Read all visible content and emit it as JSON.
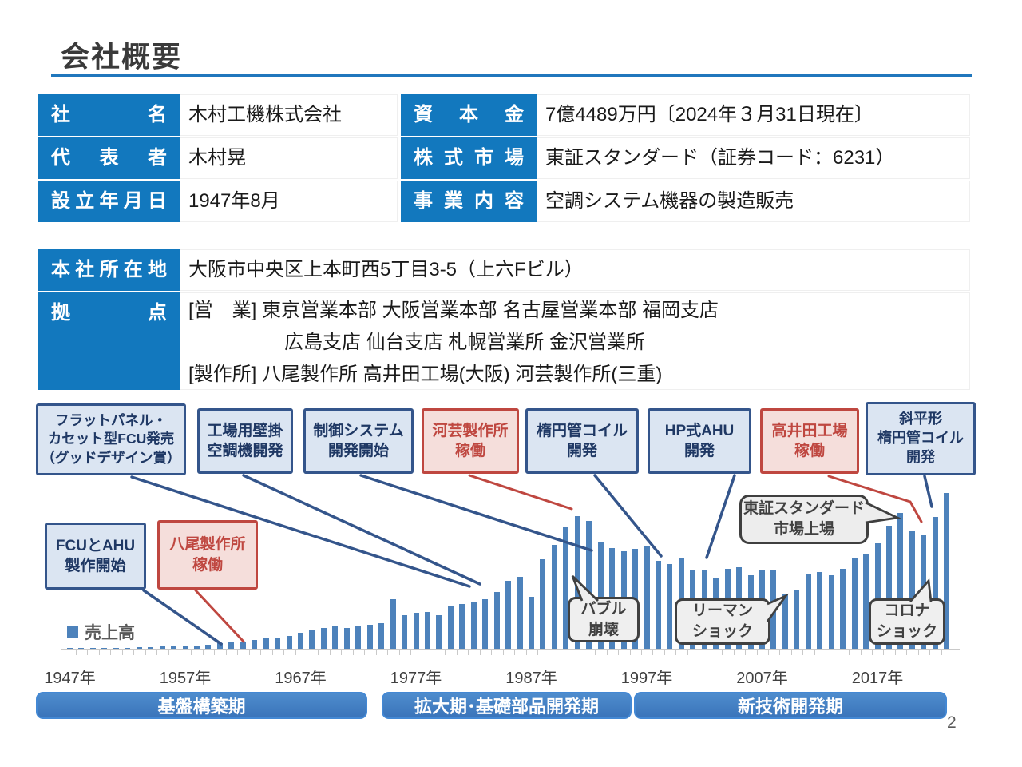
{
  "slide": {
    "title": "会社概要",
    "page_number": "2"
  },
  "company_table": {
    "rows_left": [
      {
        "label": "社名",
        "value": "木村工機株式会社"
      },
      {
        "label": "代表者",
        "value": "木村晃"
      },
      {
        "label": "設立年月日",
        "value": "1947年8月"
      }
    ],
    "rows_right": [
      {
        "label": "資本金",
        "value": "7億4489万円〔2024年３月31日現在〕"
      },
      {
        "label": "株式市場",
        "value": "東証スタンダード（証券コード：6231）"
      },
      {
        "label": "事業内容",
        "value": "空調システム機器の製造販売"
      }
    ]
  },
  "location_table": {
    "headquarters_label": "本社所在地",
    "headquarters_value": "大阪市中央区上本町西5丁目3-5（上六Fビル）",
    "sites_label": "拠点",
    "sites_lines": [
      "[営　業] 東京営業本部 大阪営業本部 名古屋営業本部 福岡支店",
      "　　　　　広島支店 仙台支店 札幌営業所 金沢営業所",
      "[製作所] 八尾製作所 高井田工場(大阪) 河芸製作所(三重)"
    ]
  },
  "milestones": {
    "top_boxes": [
      {
        "label": "フラットパネル・\nカセット型FCU発売\n（グッドデザイン賞）",
        "style": "blue"
      },
      {
        "label": "工場用壁掛\n空調機開発",
        "style": "blue"
      },
      {
        "label": "制御システム\n開発開始",
        "style": "blue"
      },
      {
        "label": "河芸製作所\n稼働",
        "style": "red"
      },
      {
        "label": "楕円管コイル\n開発",
        "style": "blue"
      },
      {
        "label": "HP式AHU\n開発",
        "style": "blue"
      },
      {
        "label": "高井田工場\n稼働",
        "style": "red"
      },
      {
        "label": "斜平形\n楕円管コイル\n開発",
        "style": "blue"
      }
    ],
    "mid_boxes": [
      {
        "label": "FCUとAHU\n製作開始",
        "style": "blue"
      },
      {
        "label": "八尾製作所\n稼働",
        "style": "red"
      }
    ],
    "callout": {
      "label": "東証スタンダード\n市場上場"
    },
    "event_bubbles": [
      {
        "label": "バブル\n崩壊"
      },
      {
        "label": "リーマン\nショック"
      },
      {
        "label": "コロナ\nショック"
      }
    ]
  },
  "chart_data": {
    "type": "bar",
    "title": "売上高の推移（年表）",
    "legend_label": "売上高",
    "bar_color": "#4d82bb",
    "x_start_year": 1947,
    "x_end_year": 2023,
    "x_tick_labels": [
      "1947年",
      "1957年",
      "1967年",
      "1977年",
      "1987年",
      "1997年",
      "2007年",
      "2017年"
    ],
    "y_axis": "unlabeled — values are relative revenue index estimated from bar heights",
    "values": [
      1,
      1,
      1,
      1,
      1,
      1.5,
      2,
      2,
      3,
      4,
      3,
      4,
      5,
      7,
      9,
      8,
      11,
      13,
      13,
      16,
      20,
      23,
      26,
      28,
      26,
      29,
      30,
      32,
      62,
      42,
      45,
      46,
      42,
      53,
      56,
      59,
      62,
      71,
      85,
      90,
      65,
      112,
      130,
      152,
      166,
      160,
      134,
      126,
      122,
      125,
      128,
      110,
      106,
      114,
      98,
      99,
      88,
      100,
      102,
      92,
      99,
      99,
      68,
      74,
      94,
      96,
      92,
      100,
      114,
      118,
      132,
      154,
      170,
      147,
      143,
      165,
      195
    ]
  },
  "periods": [
    {
      "label": "基盤構築期"
    },
    {
      "label": "拡大期･基礎部品開発期"
    },
    {
      "label": "新技術開発期"
    }
  ],
  "colors": {
    "header_blue": "#1278be",
    "title_rule_blue": "#2077bd",
    "bar_blue": "#4d82bb",
    "box_blue_fill": "#dbe5f2",
    "box_blue_border": "#34558b",
    "box_blue_text": "#1f3864",
    "box_red_fill": "#f5dedb",
    "box_red_border": "#bf4740",
    "bubble_fill": "#efefef",
    "bubble_border": "#404040",
    "period_blue": "#3a74ba"
  }
}
